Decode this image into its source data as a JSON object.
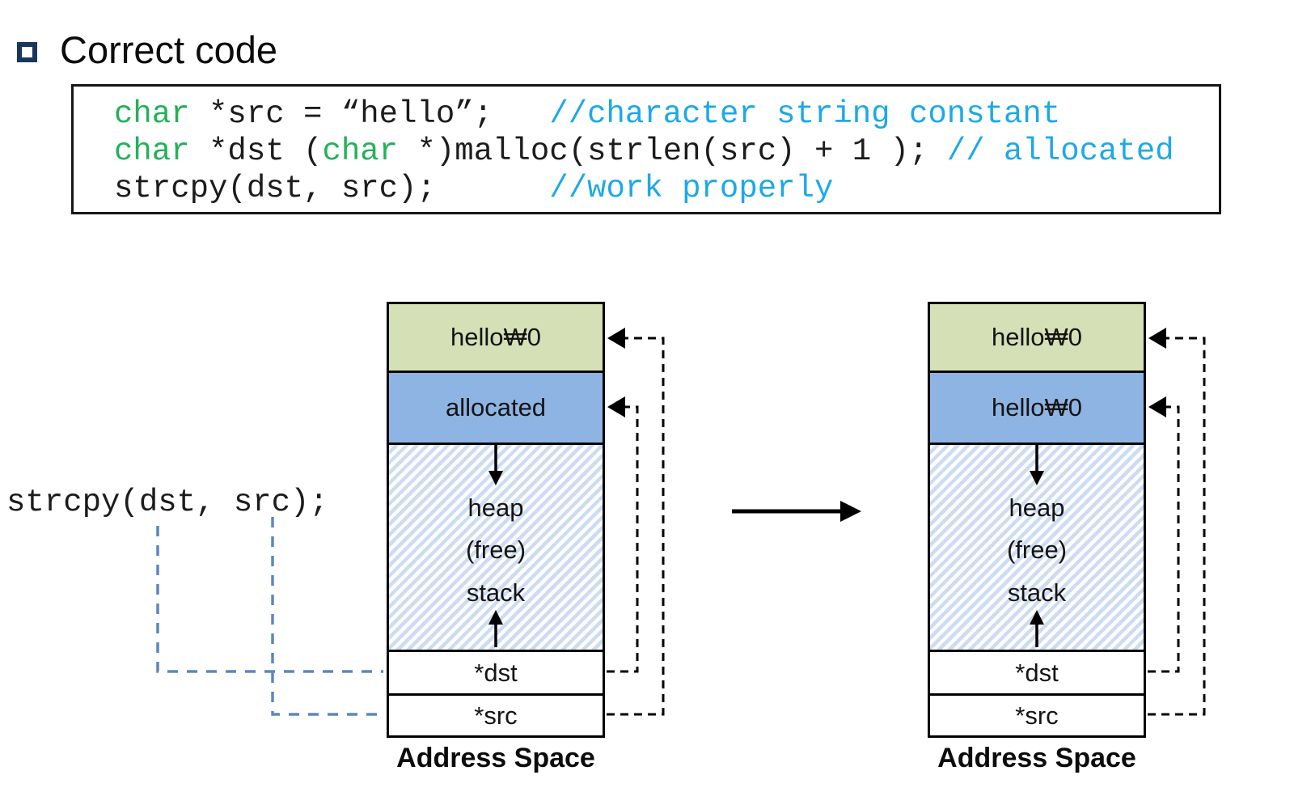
{
  "title": {
    "text": "Correct code"
  },
  "code_box": {
    "line1": {
      "kw": "char",
      "body": " *src = “hello”;   ",
      "comment": "//character string constant"
    },
    "line2": {
      "kw1": "char",
      "mid1": " *dst (",
      "kw2": "char",
      "mid2": " *)malloc(strlen(src) + 1 ); ",
      "comment": "// allocated"
    },
    "line3": {
      "body": "strcpy(dst, src);      ",
      "comment": "//work properly"
    }
  },
  "caller_label": "strcpy(dst, src);",
  "diagram_left": {
    "string_cell": "hello₩0",
    "allocated_cell": "allocated",
    "heap_label": "heap",
    "free_label": "(free)",
    "stack_label": "stack",
    "dst_cell": "*dst",
    "src_cell": "*src",
    "caption": "Address Space"
  },
  "diagram_right": {
    "string_cell": "hello₩0",
    "allocated_cell": "hello₩0",
    "heap_label": "heap",
    "free_label": "(free)",
    "stack_label": "stack",
    "dst_cell": "*dst",
    "src_cell": "*src",
    "caption": "Address Space"
  },
  "colors": {
    "string_fill": "#d6e0b6",
    "allocated_fill": "#8eb4e3",
    "hatch_stripe": "#ccdcf2",
    "keyword_green": "#24b05a",
    "comment_cyan": "#1da8e8",
    "pointer_dash_blue": "#5b87c0",
    "bullet_navy": "#17375e"
  }
}
